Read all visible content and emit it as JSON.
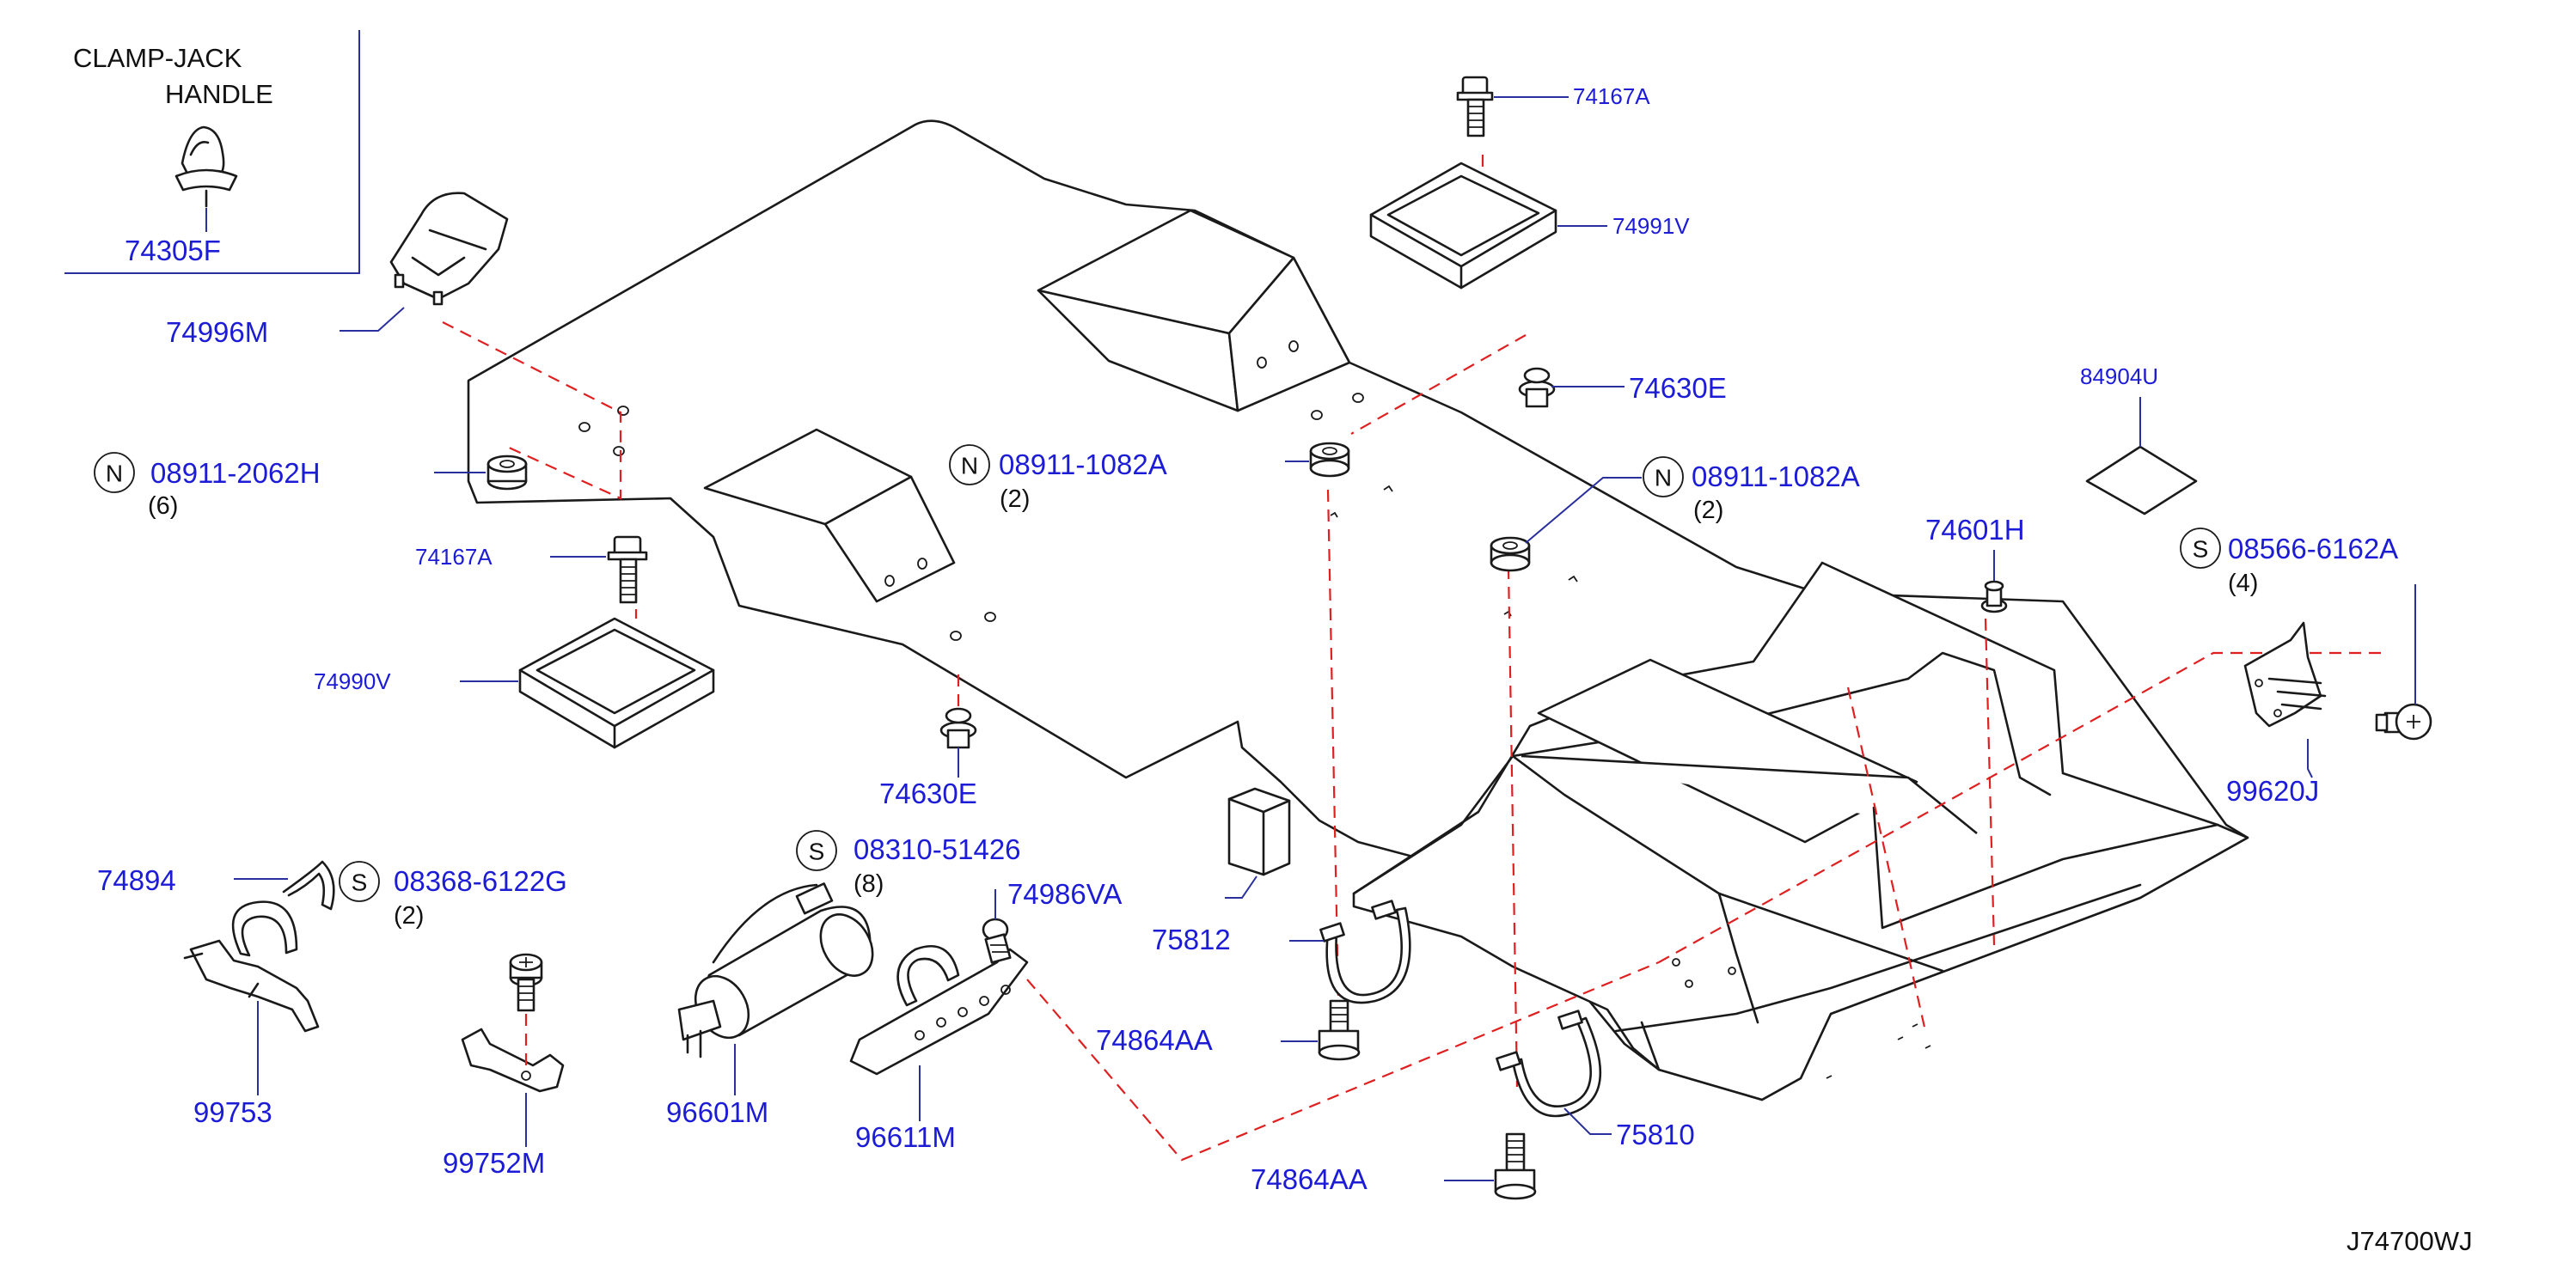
{
  "inset": {
    "caption_line1": "CLAMP-JACK",
    "caption_line2": "HANDLE",
    "part": "74305F"
  },
  "callouts": {
    "p74996M": "74996M",
    "p74167A_top": "74167A",
    "p74991V": "74991V",
    "p74630E_right": "74630E",
    "p84904U": "84904U",
    "n_0891_2062H": {
      "symbol": "N",
      "part": "08911-2062H",
      "qty": "(6)"
    },
    "n_0891_1082A_left": {
      "symbol": "N",
      "part": "08911-1082A",
      "qty": "(2)"
    },
    "n_0891_1082A_right": {
      "symbol": "N",
      "part": "08911-1082A",
      "qty": "(2)"
    },
    "p74601H": "74601H",
    "s_08566": {
      "symbol": "S",
      "part": "08566-6162A",
      "qty": "(4)"
    },
    "p74167A_left": "74167A",
    "p74990V": "74990V",
    "p74630E_left": "74630E",
    "p99620J": "99620J",
    "p74894": "74894",
    "s_08368": {
      "symbol": "S",
      "part": "08368-6122G",
      "qty": "(2)"
    },
    "s_08310": {
      "symbol": "S",
      "part": "08310-51426",
      "qty": "(8)"
    },
    "p74986VA": "74986VA",
    "p75812": "75812",
    "p74864AA_upper": "74864AA",
    "p74864AA_lower": "74864AA",
    "p75810": "75810",
    "p99753": "99753",
    "p99752M": "99752M",
    "p96601M": "96601M",
    "p96611M": "96611M"
  },
  "diagram_code": "J74700WJ",
  "colors": {
    "callout_text": "#1c1cd6",
    "leader_line": "#2a2f9e",
    "dashed_line": "#e02020",
    "line_art": "#1a1a1a"
  }
}
